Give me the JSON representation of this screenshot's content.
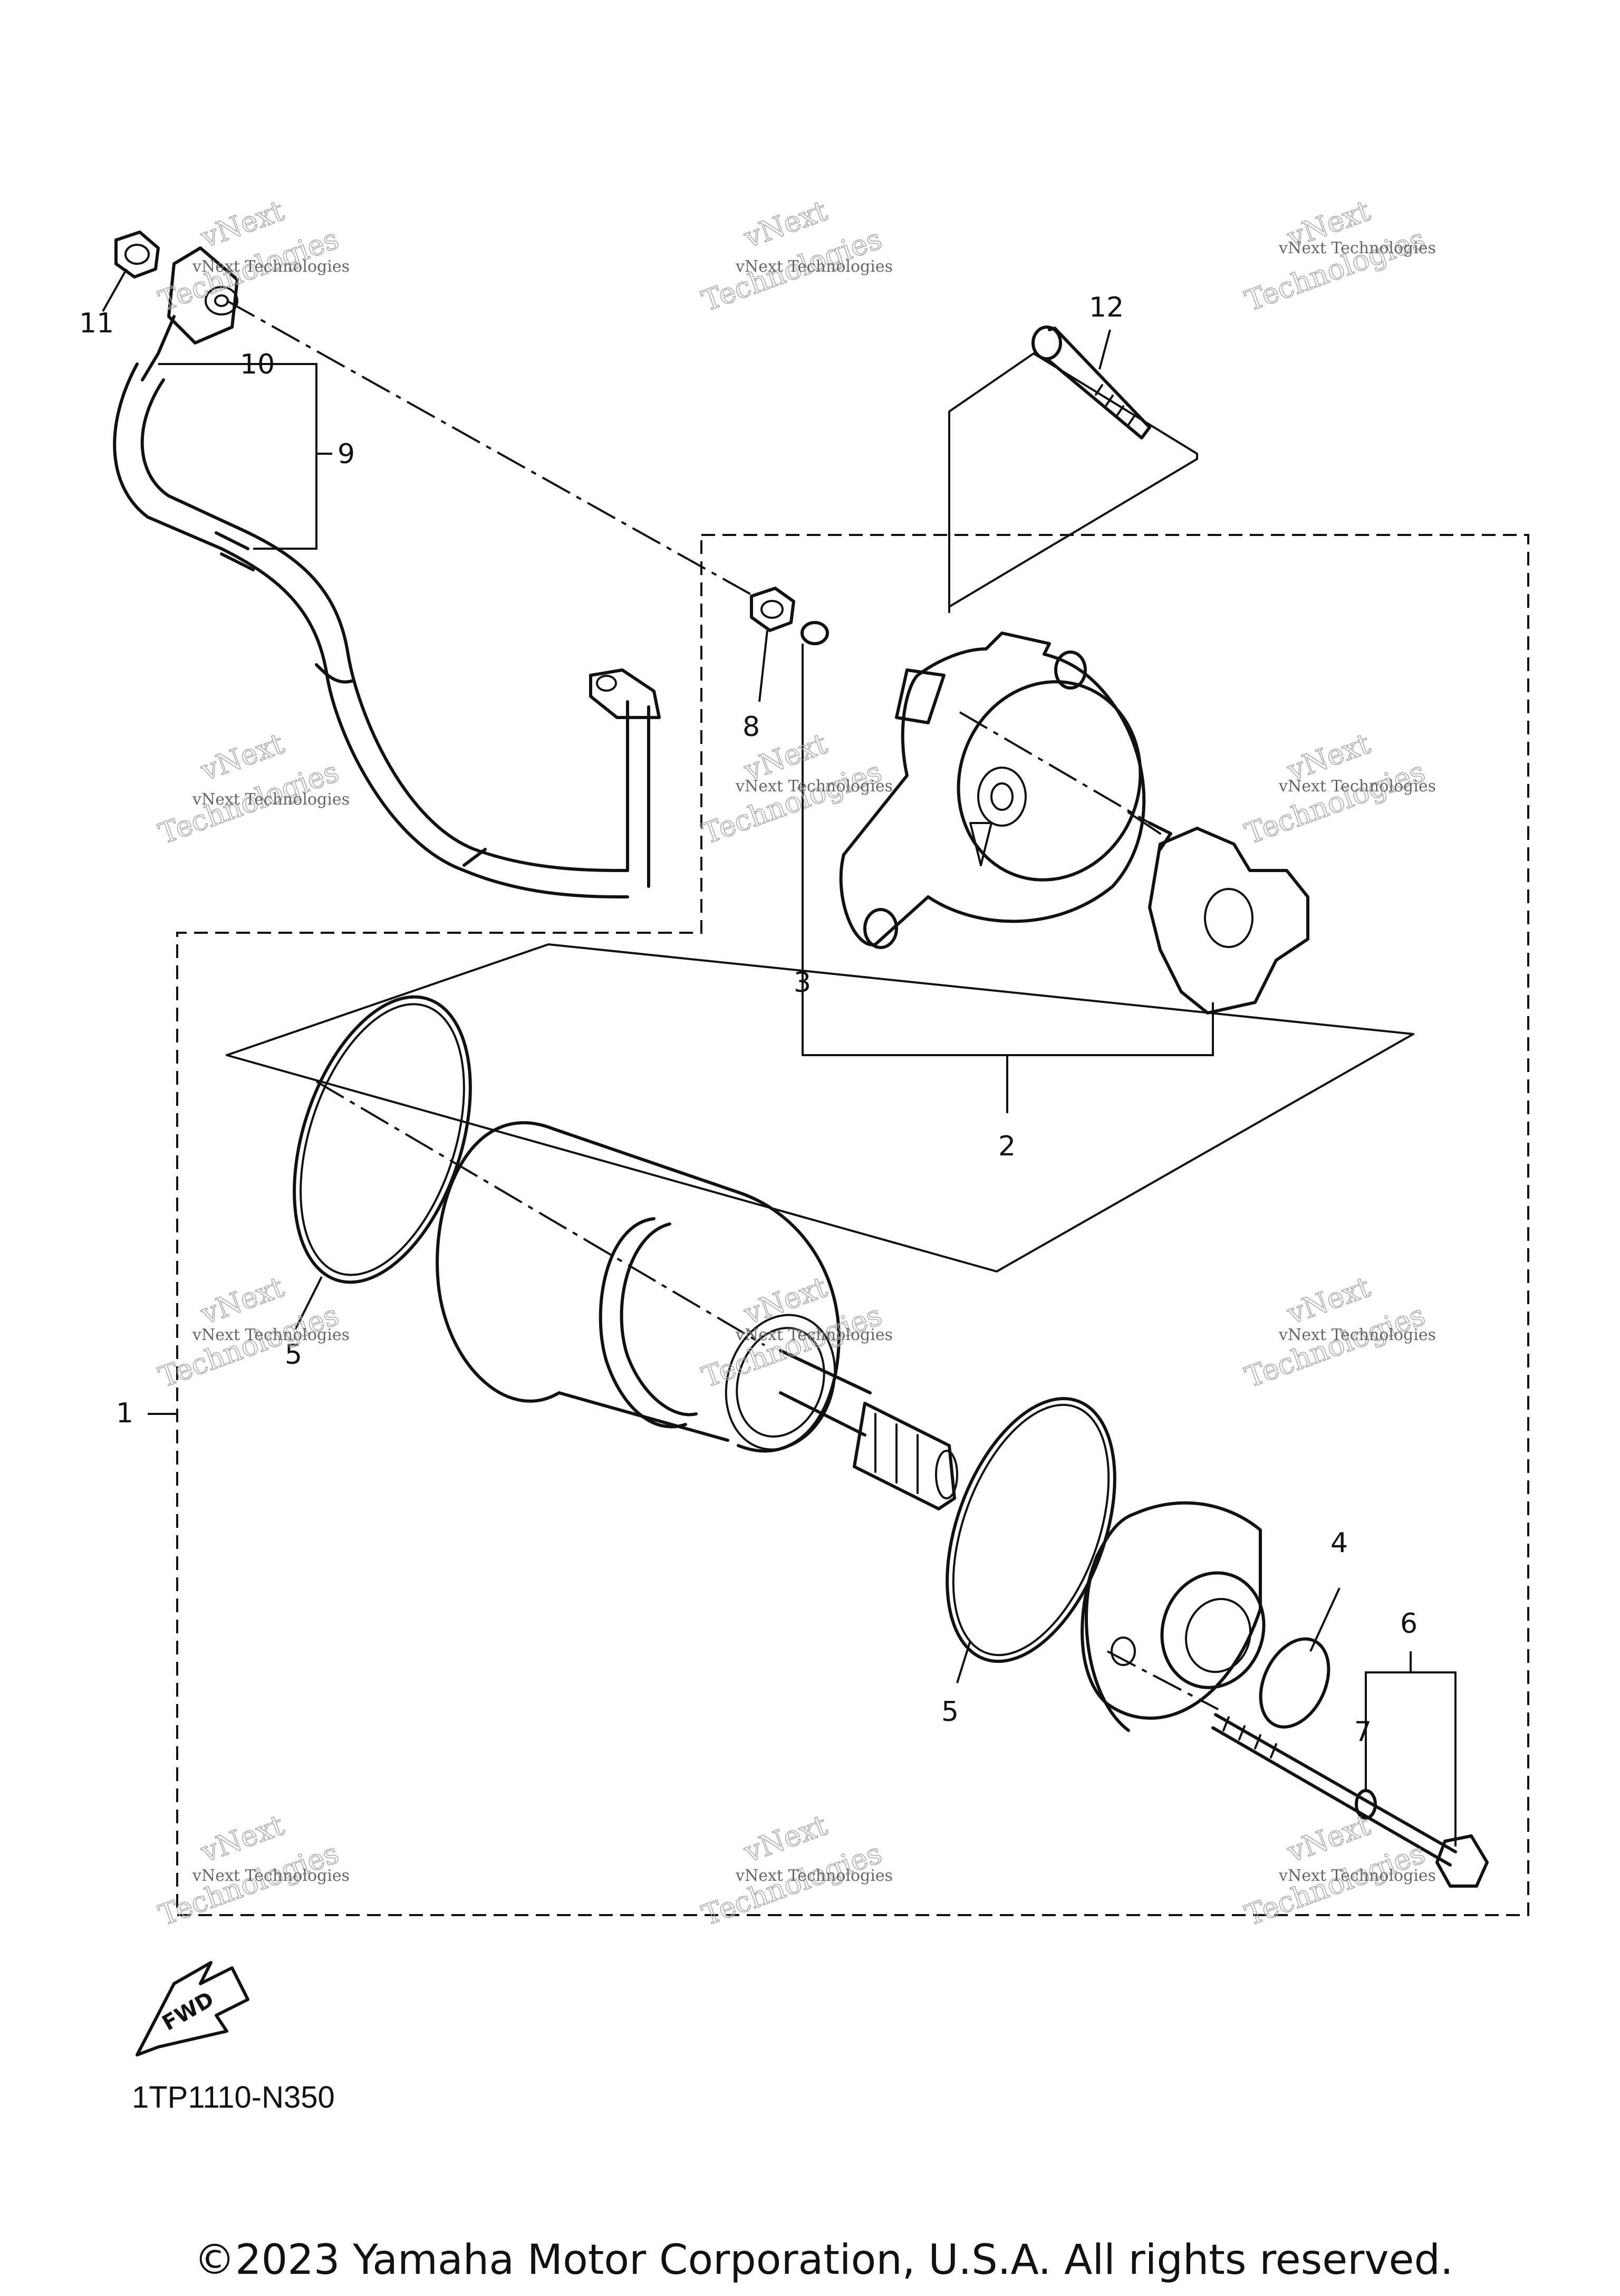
{
  "diagram": {
    "callouts": [
      {
        "id": "c1",
        "label": "1"
      },
      {
        "id": "c2",
        "label": "2"
      },
      {
        "id": "c3",
        "label": "3"
      },
      {
        "id": "c4",
        "label": "4"
      },
      {
        "id": "c5a",
        "label": "5"
      },
      {
        "id": "c5b",
        "label": "5"
      },
      {
        "id": "c6",
        "label": "6"
      },
      {
        "id": "c7",
        "label": "7"
      },
      {
        "id": "c8",
        "label": "8"
      },
      {
        "id": "c9",
        "label": "9"
      },
      {
        "id": "c10",
        "label": "10"
      },
      {
        "id": "c11",
        "label": "11"
      },
      {
        "id": "c12",
        "label": "12"
      }
    ],
    "fwd_label": "FWD",
    "figure_code": "1TP1110-N350",
    "copyright": "©2023 Yamaha Motor Corporation, U.S.A. All rights reserved."
  },
  "watermark": {
    "line1": "vNext Technologies",
    "line2": "vNext",
    "line3": "Technologies"
  }
}
